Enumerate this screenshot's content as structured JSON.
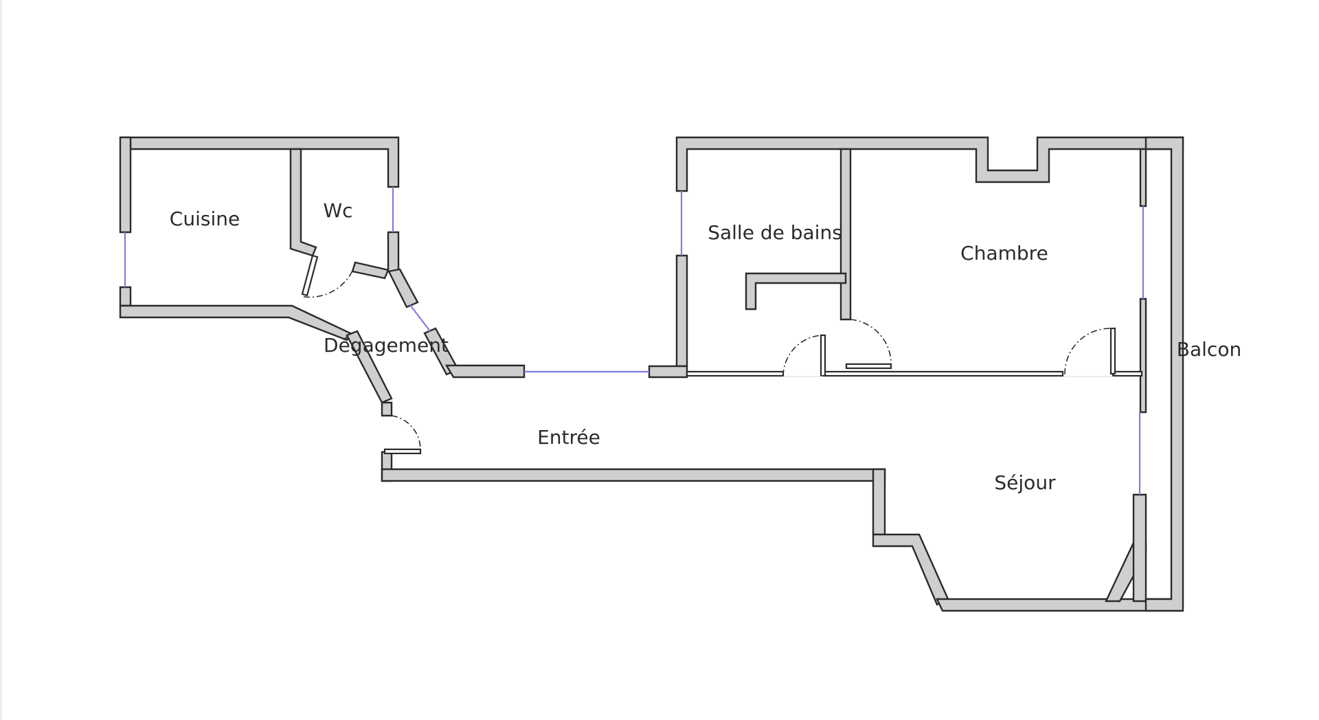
{
  "plan": {
    "rooms": [
      {
        "id": "cuisine",
        "label": "Cuisine"
      },
      {
        "id": "wc",
        "label": "Wc"
      },
      {
        "id": "degagement",
        "label": "Dégagement"
      },
      {
        "id": "salle-de-bains",
        "label": "Salle de bains"
      },
      {
        "id": "chambre",
        "label": "Chambre"
      },
      {
        "id": "balcon",
        "label": "Balcon"
      },
      {
        "id": "entree",
        "label": "Entrée"
      },
      {
        "id": "sejour",
        "label": "Séjour"
      }
    ],
    "colors": {
      "wall_fill": "#cfcfcf",
      "wall_outline": "#2a2a2a",
      "window": "#7d7de0",
      "background": "#ffffff"
    }
  }
}
